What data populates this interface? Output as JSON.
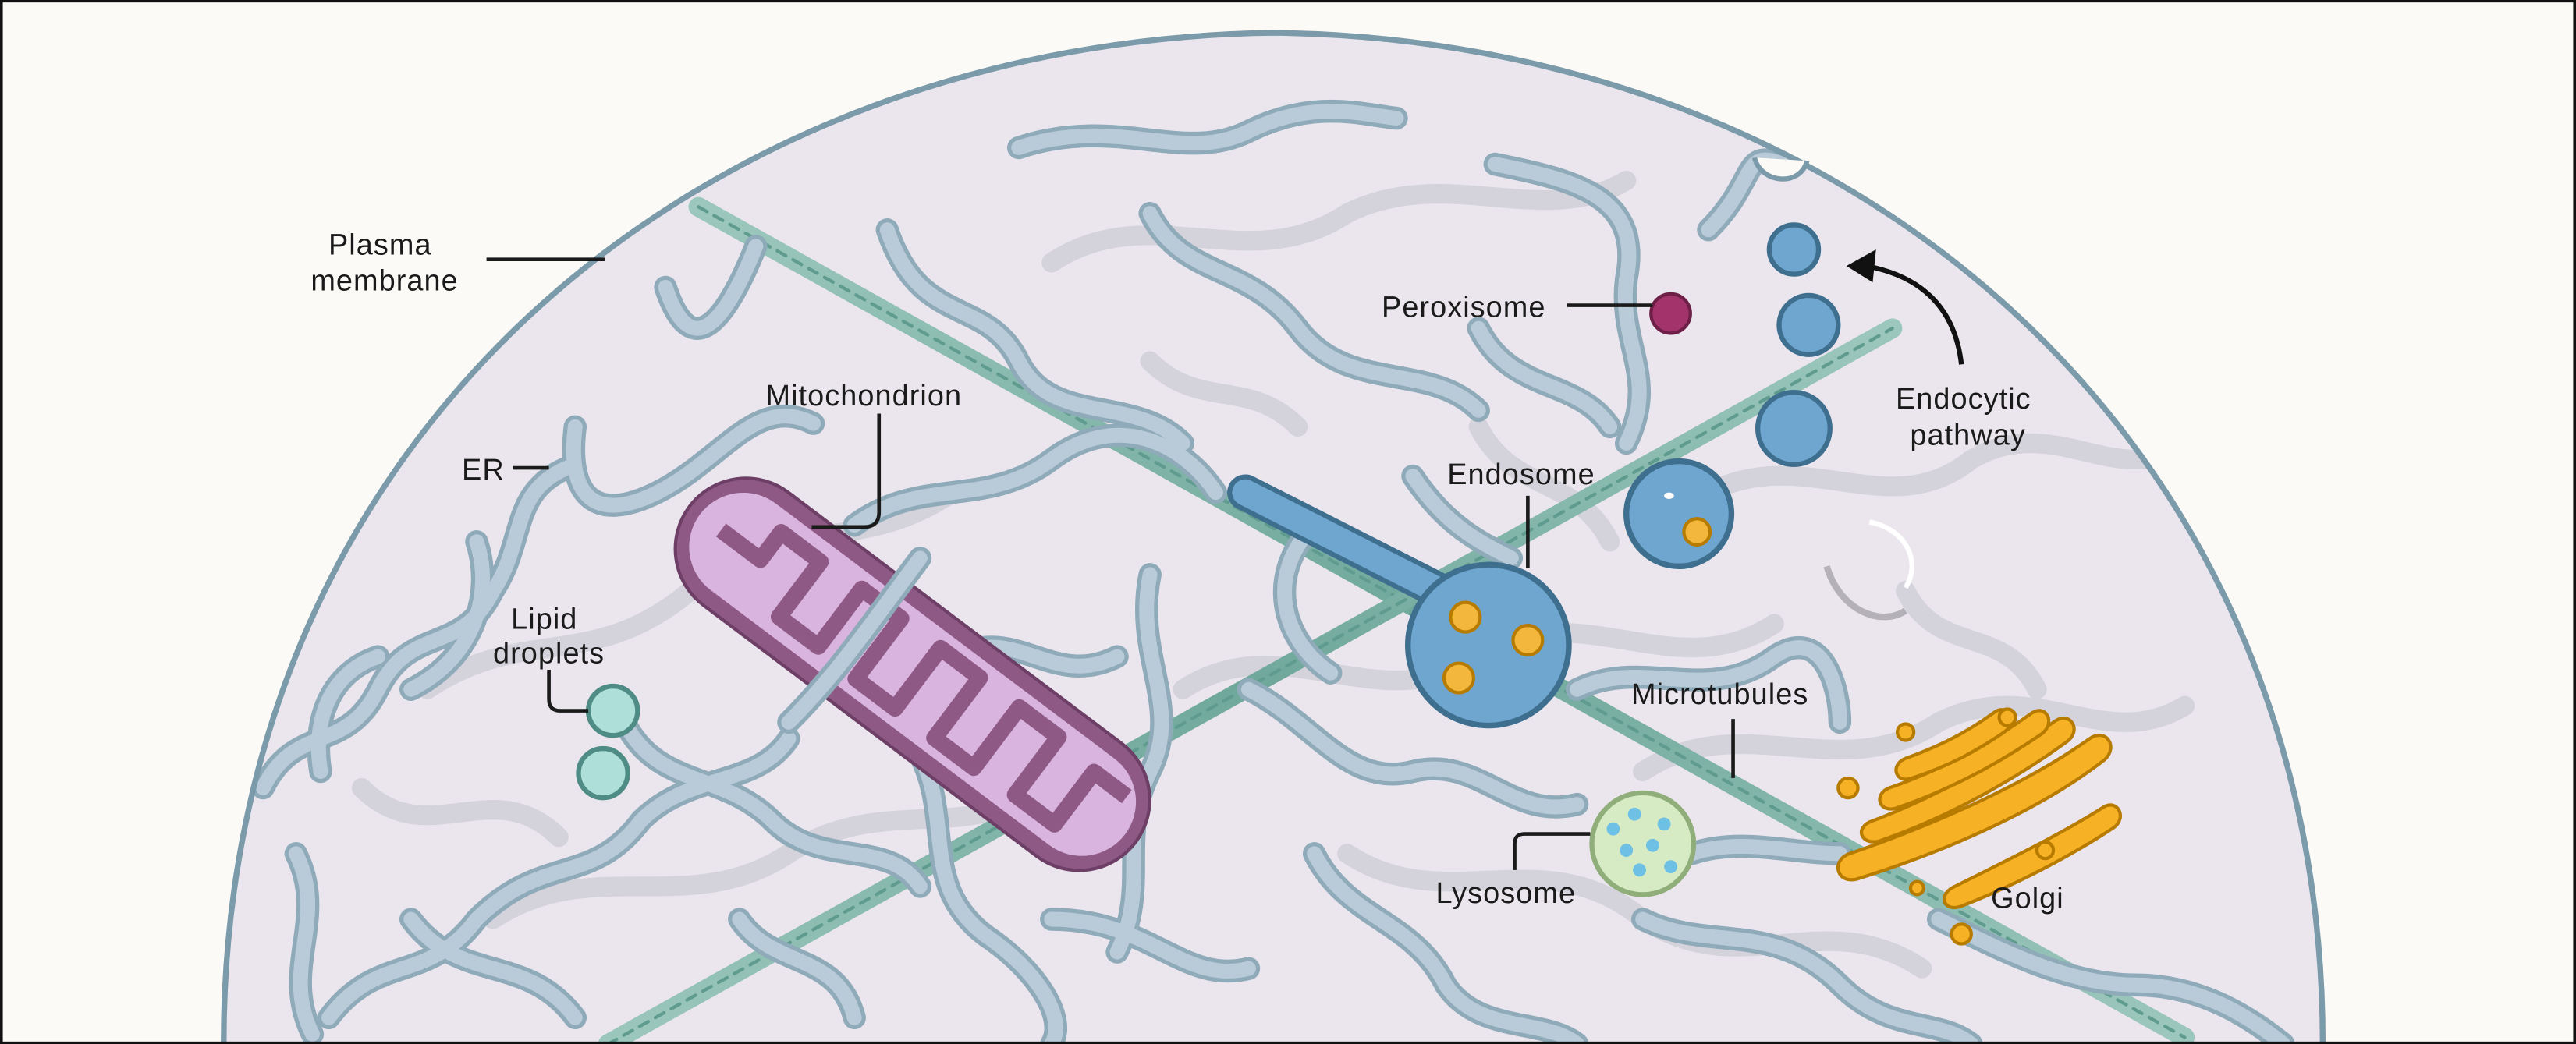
{
  "diagram": {
    "labels": {
      "plasma_membrane": [
        "Plasma",
        "membrane"
      ],
      "er": "ER",
      "mitochondrion": "Mitochondrion",
      "lipid_droplets": [
        "Lipid",
        "droplets"
      ],
      "peroxisome": "Peroxisome",
      "endosome": "Endosome",
      "endocytic_pathway": [
        "Endocytic",
        "pathway"
      ],
      "microtubules": "Microtubules",
      "lysosome": "Lysosome",
      "golgi": "Golgi"
    },
    "colors": {
      "background": "#fbfaf6",
      "cytoplasm": "#ebe6ee",
      "membrane": "#7b9aaa",
      "er_network": "#b9cbd8",
      "er_outline": "#8faab9",
      "er_background": "#d4d2da",
      "microtubule": "#7fb1a6",
      "mitochondrion_outer": "#8e5a85",
      "mitochondrion_inner": "#d9b4de",
      "endosome": "#6ea6cf",
      "endosome_outline": "#3f6f8f",
      "cargo": "#f4b73d",
      "peroxisome": "#a3346b",
      "lipid_droplet": "#aedfd8",
      "lysosome": "#d6ebc4",
      "lysosome_dots": "#6ec1e4",
      "golgi": "#f6b125",
      "golgi_outline": "#b77b00"
    },
    "icons": [
      "cell-membrane",
      "er-network",
      "microtubule",
      "mitochondrion",
      "endosome",
      "vesicle",
      "peroxisome",
      "lipid-droplet",
      "lysosome",
      "golgi",
      "curved-arrow"
    ]
  }
}
